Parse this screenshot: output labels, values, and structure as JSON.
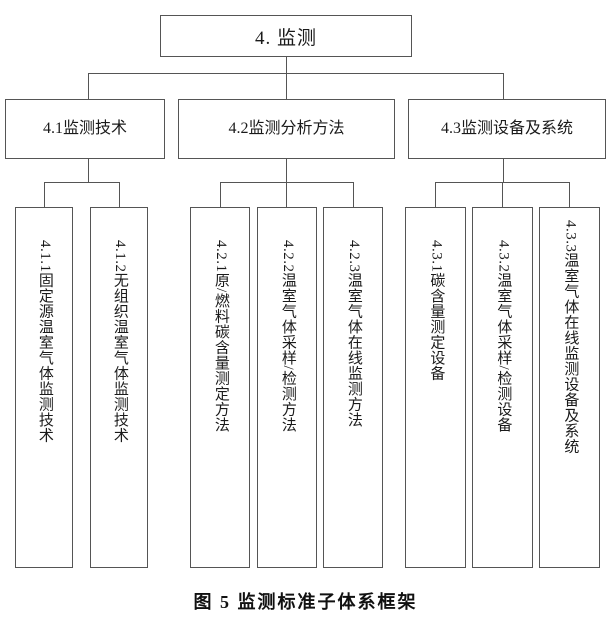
{
  "figure": {
    "caption": "图 5 监测标准子体系框架",
    "root": {
      "label": "4. 监测"
    },
    "branches": [
      {
        "id": "4.1",
        "label": "4.1监测技术",
        "children": [
          {
            "id": "4.1.1",
            "label": "4.1.1固定源温室气体监测技术"
          },
          {
            "id": "4.1.2",
            "label": "4.1.2无组织温室气体监测技术"
          }
        ]
      },
      {
        "id": "4.2",
        "label": "4.2监测分析方法",
        "children": [
          {
            "id": "4.2.1",
            "label": "4.2.1原/燃料碳含量测定方法"
          },
          {
            "id": "4.2.2",
            "label": "4.2.2温室气体采样/检测方法"
          },
          {
            "id": "4.2.3",
            "label": "4.2.3温室气体在线监测方法"
          }
        ]
      },
      {
        "id": "4.3",
        "label": "4.3监测设备及系统",
        "children": [
          {
            "id": "4.3.1",
            "label": "4.3.1碳含量测定设备"
          },
          {
            "id": "4.3.2",
            "label": "4.3.2温室气体采样/检测设备"
          },
          {
            "id": "4.3.3",
            "label": "4.3.3温室气体在线监测设备及系统"
          }
        ]
      }
    ],
    "colors": {
      "border": "#555555",
      "text": "#1a1a1a",
      "background": "#ffffff"
    }
  }
}
